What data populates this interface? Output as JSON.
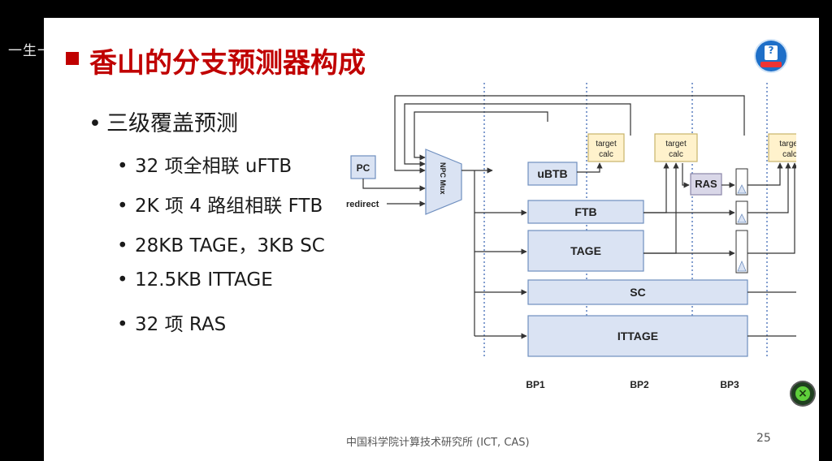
{
  "overlay": {
    "watermark_text": "一生一芯 · 直播"
  },
  "slide": {
    "title": "香山的分支预测器构成",
    "bullets": {
      "main": "三级覆盖预测",
      "items": [
        "32 项全相联 uFTB",
        "2K 项 4 路组相联 FTB",
        "28KB TAGE，3KB SC",
        "12.5KB ITTAGE",
        "32 项 RAS"
      ]
    },
    "footer": "中国科学院计算技术研究所 (ICT, CAS)",
    "page_number": "25"
  },
  "diagram": {
    "inputs": {
      "pc": "PC",
      "redirect": "redirect"
    },
    "mux": "NPC Mux",
    "blocks": {
      "ubtb": "uBTB",
      "ftb": "FTB",
      "tage": "TAGE",
      "sc": "SC",
      "ittage": "ITTAGE",
      "ras": "RAS"
    },
    "target_calc": [
      "target calc",
      "target calc",
      "target calc"
    ],
    "stages": [
      "BP1",
      "BP2",
      "BP3"
    ],
    "colors": {
      "block_fill": "#dae3f3",
      "block_stroke": "#6f8fbf",
      "calc_fill": "#fff2cc",
      "calc_stroke": "#c9b36a",
      "ras_fill": "#d9d7e8",
      "line": "#333333",
      "divider": "#5a7fbf"
    }
  }
}
